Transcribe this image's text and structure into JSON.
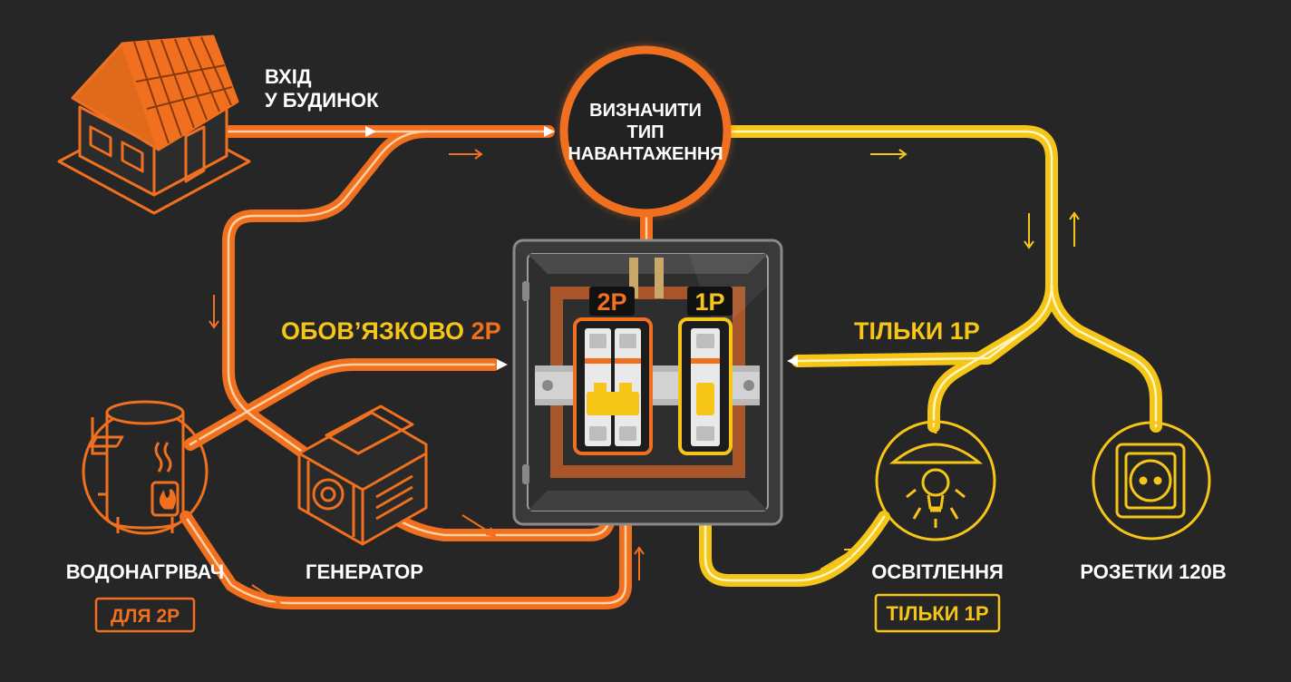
{
  "colors": {
    "background": "#262626",
    "orange": "#f07020",
    "yellow": "#f5c518",
    "text": "#ffffff"
  },
  "house": {
    "label_line1": "ВХІД",
    "label_line2": "У БУДИНОК",
    "icon": "house-icon"
  },
  "decision": {
    "line1": "ВИЗНАЧИТИ",
    "line2": "ТИП",
    "line3": "НАВАНТАЖЕННЯ"
  },
  "panel": {
    "badge_2p": "2P",
    "badge_1p": "1P",
    "icon": "breaker-panel-icon"
  },
  "route_2p_label": {
    "prefix": "ОБОВ’ЯЗКОВО",
    "emphasis": "2P"
  },
  "route_1p_label": "ТІЛЬКИ 1P",
  "loads": {
    "water_heater": {
      "label": "ВОДОНАГРІВАЧ",
      "badge": "ДЛЯ 2P",
      "icon": "water-heater-icon"
    },
    "generator": {
      "label": "ГЕНЕРАТОР",
      "icon": "generator-icon"
    },
    "lighting": {
      "label": "ОСВІТЛЕННЯ",
      "badge": "ТІЛЬКИ 1P",
      "icon": "light-bulb-icon"
    },
    "outlets": {
      "label": "РОЗЕТКИ 120В",
      "icon": "outlet-icon"
    }
  }
}
